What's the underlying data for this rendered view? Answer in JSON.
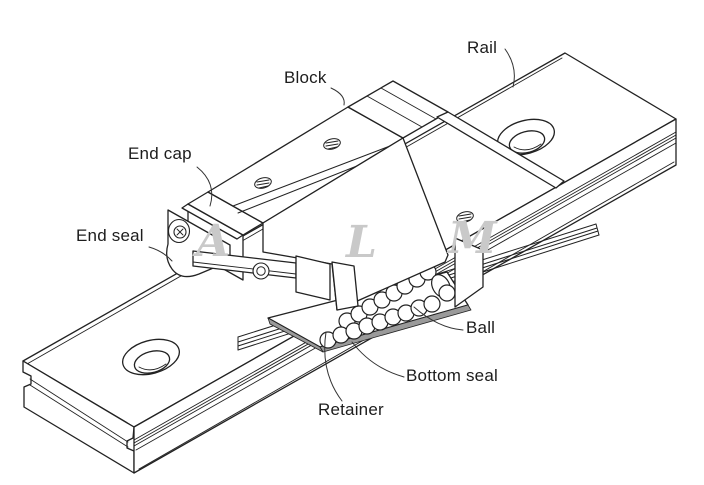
{
  "figure": {
    "type": "technical-diagram",
    "subject": "linear motion guide cutaway",
    "background_color": "#ffffff",
    "line_color": "#222222",
    "leader_color": "#333333",
    "watermark_color": "#c9c9c9",
    "seal_edge_color": "#9a9a9a"
  },
  "labels": {
    "rail": "Rail",
    "block": "Block",
    "end_cap": "End cap",
    "end_seal": "End seal",
    "ball": "Ball",
    "bottom_seal": "Bottom seal",
    "retainer": "Retainer"
  },
  "watermark": {
    "letters": [
      "A",
      "L",
      "M"
    ]
  }
}
